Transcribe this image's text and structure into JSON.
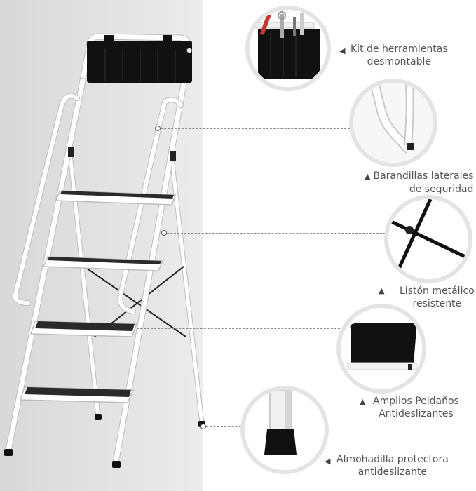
{
  "callouts": [
    {
      "id": "toolkit",
      "arrow": "◀",
      "lines": [
        "Kit de herramientas",
        "desmontable"
      ]
    },
    {
      "id": "handrails",
      "arrow": "▲",
      "lines": [
        "Barandillas laterales",
        "de seguridad"
      ]
    },
    {
      "id": "crossbar",
      "arrow": "▲",
      "lines": [
        "Listón metálico",
        "resistente"
      ]
    },
    {
      "id": "steps",
      "arrow": "▲",
      "lines": [
        "Amplios Peldaños",
        "Antideslizantes"
      ]
    },
    {
      "id": "feet",
      "arrow": "◀",
      "lines": [
        "Almohadilla protectora",
        "antideslizante"
      ]
    }
  ],
  "colors": {
    "frame": "#ffffff",
    "frame_edge": "#bfbfbf",
    "black": "#111111",
    "accent": "#e4e4e4"
  }
}
